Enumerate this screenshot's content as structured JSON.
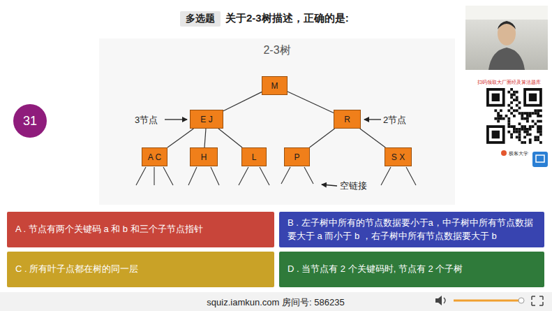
{
  "diagram": {
    "title": "关于2-3树描述，正确的是:",
    "nodes": [
      {
        "text": [
          "多选题"
        ]
      },
      {
        "text": [
          "31"
        ]
      },
      {
        "text": [
          "2-3树"
        ]
      },
      {
        "text": [
          "M"
        ],
        "in": 2
      },
      {
        "text": [
          "E J"
        ],
        "in": 2
      },
      {
        "text": [
          "R"
        ],
        "in": 2
      },
      {
        "text": [
          "A C"
        ],
        "in": 2
      },
      {
        "text": [
          "H"
        ],
        "in": 2
      },
      {
        "text": [
          "L"
        ],
        "in": 2
      },
      {
        "text": [
          "P"
        ],
        "in": 2
      },
      {
        "text": [
          "S X"
        ],
        "in": 2
      },
      {
        "text": [
          "A . 节点有两个关键码 a 和 b 和三个子节点指针"
        ]
      },
      {
        "text": [
          "B . 左子树中所有的节点数据要小于a，中子树中所有节点数据要大于 a 而小于 b ，右子树中所有节点数据要大于 b"
        ]
      },
      {
        "text": [
          "C . 所有叶子点都在树的同一层"
        ]
      },
      {
        "text": [
          "D . 当节点有 2 个关键码时, 节点有 2 个子树"
        ]
      }
    ],
    "edges": [
      {
        "from": 3,
        "to": 4,
        "arrow": "none"
      },
      {
        "from": 3,
        "to": 5,
        "arrow": "none"
      },
      {
        "from": 4,
        "to": 6,
        "arrow": "none"
      },
      {
        "from": 4,
        "to": 7,
        "arrow": "none"
      },
      {
        "from": 4,
        "to": 8,
        "arrow": "none"
      },
      {
        "from": 5,
        "to": 9,
        "arrow": "none"
      },
      {
        "from": 5,
        "to": 10,
        "arrow": "none"
      }
    ],
    "labels": [
      "3节点",
      "2节点",
      "空链接",
      "squiz.iamkun.com 房间号: 586235",
      "扫码领取大厂面经及算法题库",
      "极客大学"
    ]
  }
}
